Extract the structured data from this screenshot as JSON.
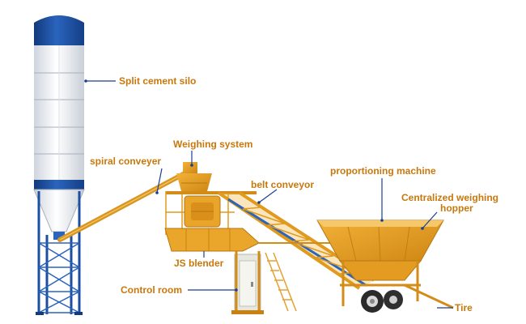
{
  "labels": {
    "silo": "Split cement silo",
    "weighing": "Weighing system",
    "spiral": "spiral conveyer",
    "belt": "belt conveyor",
    "proportioning": "proportioning machine",
    "hopper_line1": "Centralized weighing",
    "hopper_line2": "hopper",
    "blender": "JS blender",
    "control": "Control room",
    "tire": "Tire"
  },
  "colors": {
    "label": "#c8780c",
    "leader": "#1a3f8f",
    "silo_blue": "#1d4fa0",
    "silo_white": "#f1f3f6",
    "frame_orange": "#e09a1d",
    "frame_dark": "#b87710"
  }
}
